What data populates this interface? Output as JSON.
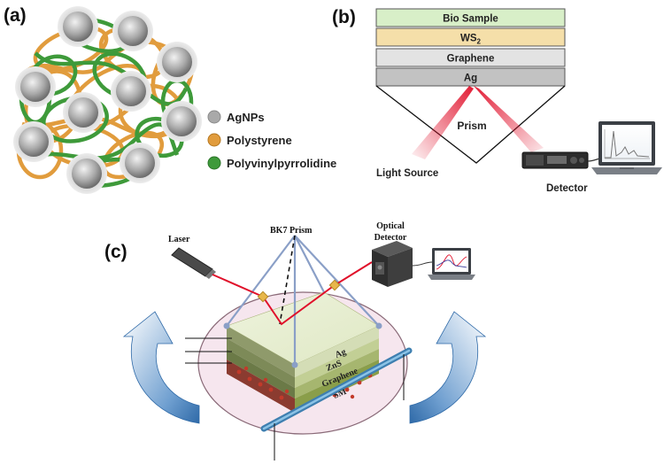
{
  "panel_a": {
    "tag": "(a)",
    "legend": [
      {
        "label": "AgNPs",
        "color": "#a9a9a9"
      },
      {
        "label": "Polystyrene",
        "color": "#e19c3d"
      },
      {
        "label": "Polyvinylpyrrolidine",
        "color": "#3e9a3a"
      }
    ]
  },
  "panel_b": {
    "tag": "(b)",
    "layers": [
      {
        "label": "Bio Sample",
        "color": "#d8efc8"
      },
      {
        "label": "WS",
        "sub": "2",
        "color": "#f5dfa9"
      },
      {
        "label": "Graphene",
        "color": "#e3e3e3"
      },
      {
        "label": "Ag",
        "color": "#c2c2c2"
      }
    ],
    "prism_label": "Prism",
    "light_source_label": "Light Source",
    "detector_label": "Detector"
  },
  "panel_c": {
    "tag": "(c)",
    "laser_label": "Laser",
    "prism_label": "BK7 Prism",
    "detector_label_line1": "Optical",
    "detector_label_line2": "Detector",
    "layers": [
      "Ag",
      "ZnS",
      "Graphene",
      "SM"
    ]
  },
  "colors": {
    "polystyrene": "#e19c3d",
    "pvp": "#3e9a3a",
    "laser_beam": "#e0102a",
    "arrow_blue": "#2f6aa8"
  }
}
